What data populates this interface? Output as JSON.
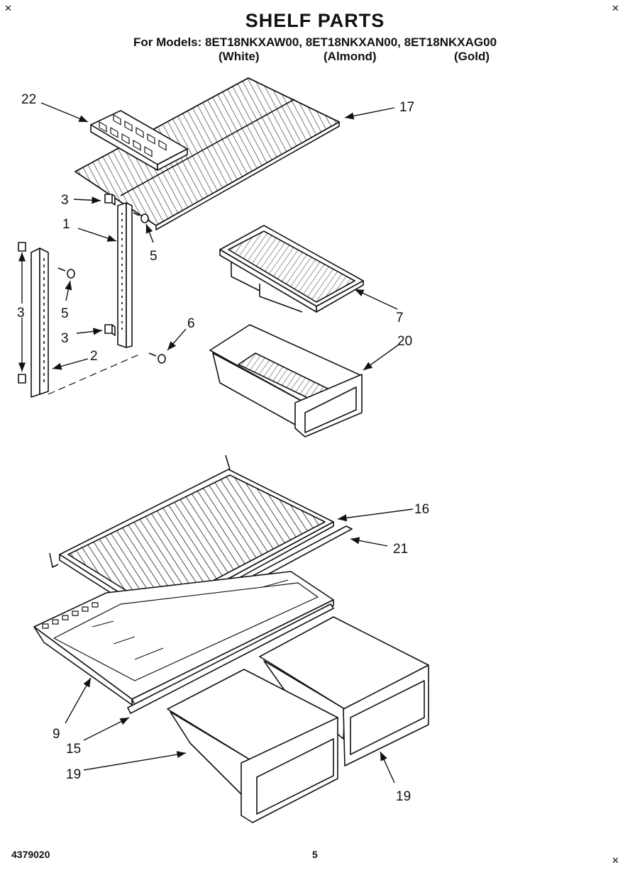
{
  "header": {
    "title": "SHELF PARTS",
    "models_line": "For Models: 8ET18NKXAW00, 8ET18NKXAN00, 8ET18NKXAG00",
    "colors": [
      "(White)",
      "(Almond)",
      "(Gold)"
    ]
  },
  "callouts": {
    "c22": "22",
    "c17": "17",
    "c3a": "3",
    "c1": "1",
    "c5a": "5",
    "c3b": "3",
    "c5b": "5",
    "c3c": "3",
    "c6": "6",
    "c2": "2",
    "c7": "7",
    "c20": "20",
    "c16": "16",
    "c21": "21",
    "c9": "9",
    "c15": "15",
    "c19a": "19",
    "c19b": "19"
  },
  "footer": {
    "doc_number": "4379020",
    "page": "5"
  },
  "marks": {
    "corner": "✕"
  }
}
